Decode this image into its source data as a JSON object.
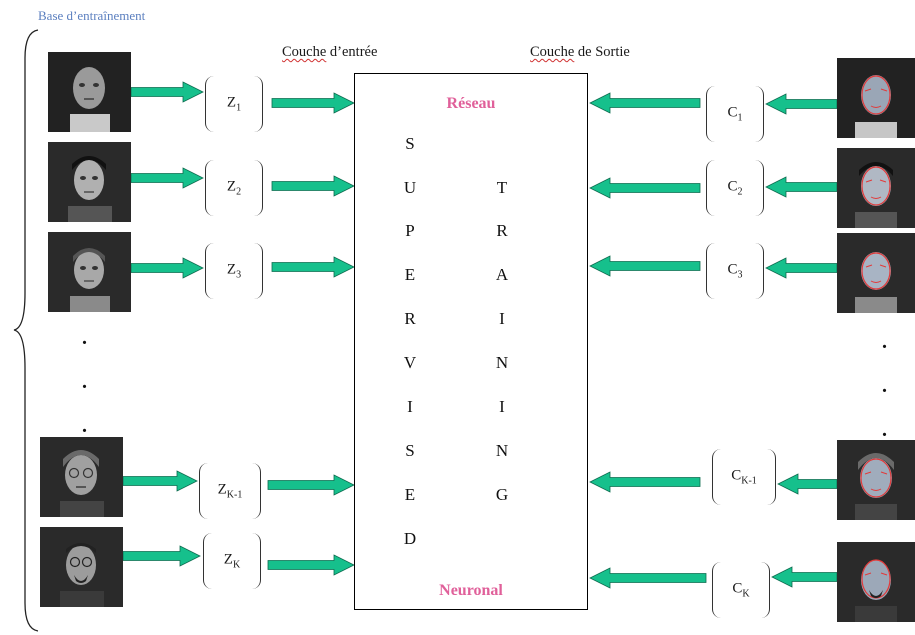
{
  "labels": {
    "base": "Base d’entraînement",
    "input_layer_word": "Couche",
    "input_layer_rest": " d’entrée",
    "output_layer_word": "Couche",
    "output_layer_rest": " de Sortie"
  },
  "network": {
    "title_top": "Réseau",
    "title_bottom": "Neuronal",
    "column_left": [
      "S",
      "U",
      "P",
      "E",
      "R",
      "V",
      "I",
      "S",
      "E",
      "D"
    ],
    "column_right": [
      "T",
      "R",
      "A",
      "I",
      "N",
      "I",
      "N",
      "G"
    ]
  },
  "inputs": [
    {
      "letter": "Z",
      "sub": "1"
    },
    {
      "letter": "Z",
      "sub": "2"
    },
    {
      "letter": "Z",
      "sub": "3"
    },
    {
      "letter": "Z",
      "sub": "K-1"
    },
    {
      "letter": "Z",
      "sub": "K"
    }
  ],
  "outputs": [
    {
      "letter": "C",
      "sub": "1"
    },
    {
      "letter": "C",
      "sub": "2"
    },
    {
      "letter": "C",
      "sub": "3"
    },
    {
      "letter": "C",
      "sub": "K-1"
    },
    {
      "letter": "C",
      "sub": "K"
    }
  ],
  "ellipsis": ".",
  "colors": {
    "arrow": "#16c08c",
    "arrow_outline": "#0e6b4f",
    "network_title": "#e0609a",
    "base_label": "#5b7fbf",
    "landmark": "#e23a3a"
  }
}
